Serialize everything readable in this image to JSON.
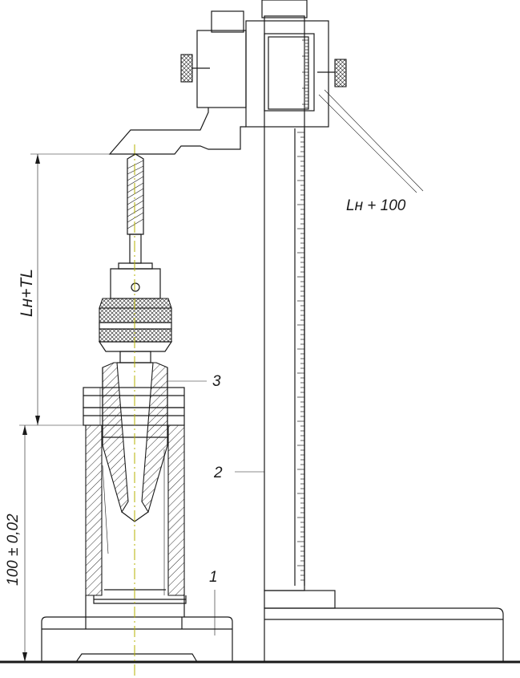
{
  "figure": {
    "labels": {
      "gauge_reading": "Lн + 100",
      "tool_length": "Lн+TL",
      "base_height": "100 ± 0,02"
    },
    "callouts": [
      "1",
      "2",
      "3"
    ]
  },
  "colors": {
    "line": "#1a1a1a",
    "center_line": "#b5b000",
    "background": "#ffffff"
  }
}
